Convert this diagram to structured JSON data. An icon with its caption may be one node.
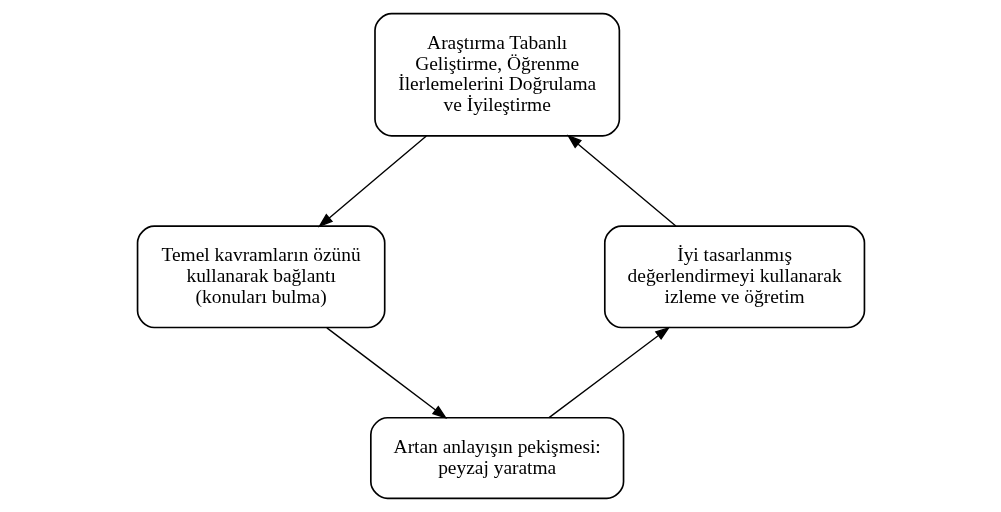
{
  "diagram": {
    "nodes": [
      {
        "text": [
          "Araştırma Tabanlı Geliştirme, Öğrenme İlerlemelerini Doğrulama ve İyileştirme"
        ]
      },
      {
        "text": [
          "Temel kavramların özünü kullanarak bağlantı (konuları bulma)"
        ]
      },
      {
        "text": [
          "Artan anlayışın pekişmesi: peyzaj yaratma"
        ]
      },
      {
        "text": [
          "İyi tasarlanmış değerlendirmeyi kullanarak izleme ve öğretim"
        ]
      }
    ],
    "edges": [
      {
        "from": 0,
        "to": 1,
        "arrow": "to"
      },
      {
        "from": 1,
        "to": 2,
        "arrow": "to"
      },
      {
        "from": 2,
        "to": 3,
        "arrow": "to"
      },
      {
        "from": 3,
        "to": 0,
        "arrow": "to"
      }
    ]
  }
}
